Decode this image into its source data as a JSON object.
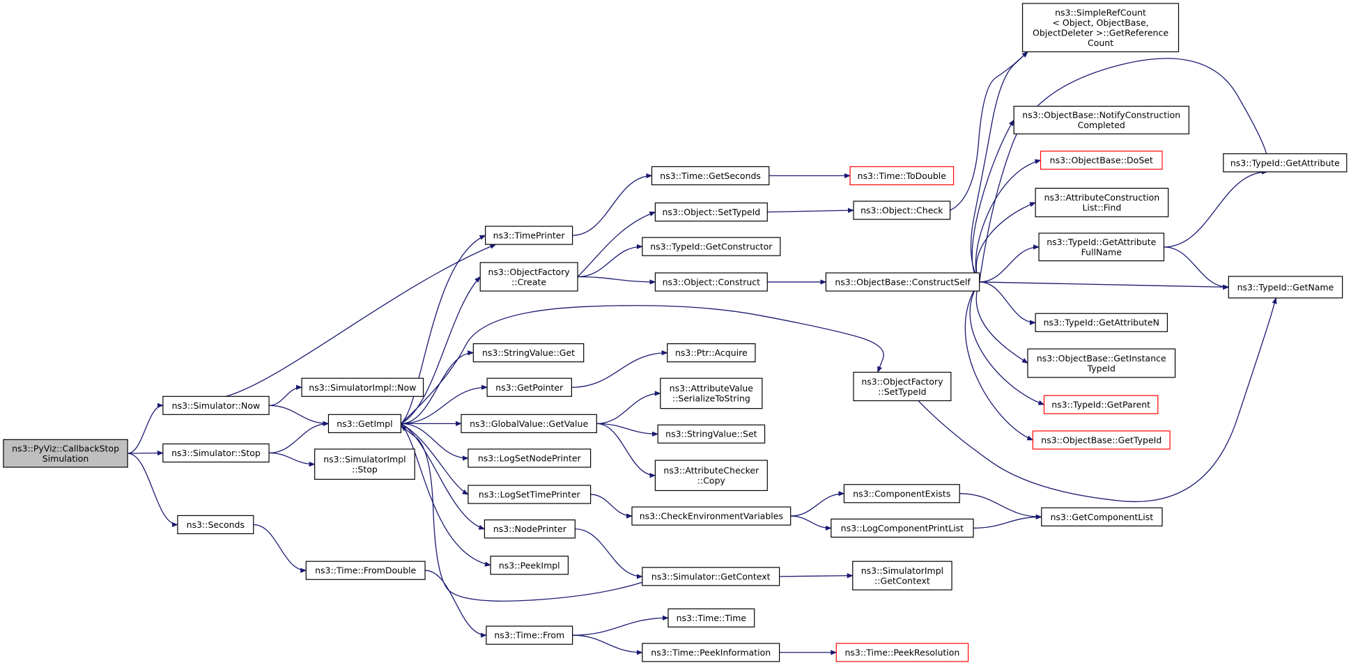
{
  "colors": {
    "edge": "#191970",
    "root_fill": "#bfbfbf",
    "truncated_border": "#ff0000",
    "node_border": "#000000"
  },
  "nodes": [
    {
      "id": "root",
      "lines": [
        "ns3::PyViz::CallbackStop",
        "Simulation"
      ],
      "root": true
    },
    {
      "id": "sim_now",
      "lines": [
        "ns3::Simulator::Now"
      ]
    },
    {
      "id": "sim_stop",
      "lines": [
        "ns3::Simulator::Stop"
      ]
    },
    {
      "id": "seconds",
      "lines": [
        "ns3::Seconds"
      ]
    },
    {
      "id": "simimpl_now",
      "lines": [
        "ns3::SimulatorImpl::Now"
      ]
    },
    {
      "id": "getimpl",
      "lines": [
        "ns3::GetImpl"
      ]
    },
    {
      "id": "simimpl_stop",
      "lines": [
        "ns3::SimulatorImpl",
        "::Stop"
      ]
    },
    {
      "id": "fromdouble",
      "lines": [
        "ns3::Time::FromDouble"
      ]
    },
    {
      "id": "timeprinter",
      "lines": [
        "ns3::TimePrinter"
      ]
    },
    {
      "id": "objfactory_create",
      "lines": [
        "ns3::ObjectFactory",
        "::Create"
      ]
    },
    {
      "id": "stringvalue_get",
      "lines": [
        "ns3::StringValue::Get"
      ]
    },
    {
      "id": "getpointer",
      "lines": [
        "ns3::GetPointer"
      ]
    },
    {
      "id": "globalvalue_getvalue",
      "lines": [
        "ns3::GlobalValue::GetValue"
      ]
    },
    {
      "id": "logsetnodeprinter",
      "lines": [
        "ns3::LogSetNodePrinter"
      ]
    },
    {
      "id": "logsettimeprinter",
      "lines": [
        "ns3::LogSetTimePrinter"
      ]
    },
    {
      "id": "nodeprinter",
      "lines": [
        "ns3::NodePrinter"
      ]
    },
    {
      "id": "peekimpl",
      "lines": [
        "ns3::PeekImpl"
      ]
    },
    {
      "id": "time_from",
      "lines": [
        "ns3::Time::From"
      ]
    },
    {
      "id": "time_getseconds",
      "lines": [
        "ns3::Time::GetSeconds"
      ]
    },
    {
      "id": "object_settypeid",
      "lines": [
        "ns3::Object::SetTypeId"
      ]
    },
    {
      "id": "typeid_getconstructor",
      "lines": [
        "ns3::TypeId::GetConstructor"
      ]
    },
    {
      "id": "object_construct",
      "lines": [
        "ns3::Object::Construct"
      ]
    },
    {
      "id": "ptr_acquire",
      "lines": [
        "ns3::Ptr::Acquire"
      ]
    },
    {
      "id": "attrvalue_serialize",
      "lines": [
        "ns3::AttributeValue",
        "::SerializeToString"
      ]
    },
    {
      "id": "stringvalue_set",
      "lines": [
        "ns3::StringValue::Set"
      ]
    },
    {
      "id": "attrchecker_copy",
      "lines": [
        "ns3::AttributeChecker",
        "::Copy"
      ]
    },
    {
      "id": "checkenv",
      "lines": [
        "ns3::CheckEnvironmentVariables"
      ]
    },
    {
      "id": "sim_getcontext",
      "lines": [
        "ns3::Simulator::GetContext"
      ]
    },
    {
      "id": "time_time",
      "lines": [
        "ns3::Time::Time"
      ]
    },
    {
      "id": "time_peekinfo",
      "lines": [
        "ns3::Time::PeekInformation"
      ]
    },
    {
      "id": "time_todouble",
      "lines": [
        "ns3::Time::ToDouble"
      ],
      "truncated": true
    },
    {
      "id": "object_check",
      "lines": [
        "ns3::Object::Check"
      ]
    },
    {
      "id": "objbase_constructself",
      "lines": [
        "ns3::ObjectBase::ConstructSelf"
      ]
    },
    {
      "id": "objfactory_settypeid",
      "lines": [
        "ns3::ObjectFactory",
        "::SetTypeId"
      ]
    },
    {
      "id": "componentexists",
      "lines": [
        "ns3::ComponentExists"
      ]
    },
    {
      "id": "logcomponentprintlist",
      "lines": [
        "ns3::LogComponentPrintList"
      ]
    },
    {
      "id": "simimpl_getcontext",
      "lines": [
        "ns3::SimulatorImpl",
        "::GetContext"
      ]
    },
    {
      "id": "time_peekresolution",
      "lines": [
        "ns3::Time::PeekResolution"
      ],
      "truncated": true
    },
    {
      "id": "simplerefcount",
      "lines": [
        "ns3::SimpleRefCount",
        "< Object, ObjectBase,",
        "ObjectDeleter >::GetReference",
        "Count"
      ]
    },
    {
      "id": "objbase_notify",
      "lines": [
        "ns3::ObjectBase::NotifyConstruction",
        "Completed"
      ]
    },
    {
      "id": "objbase_doset",
      "lines": [
        "ns3::ObjectBase::DoSet"
      ],
      "truncated": true
    },
    {
      "id": "attrconstructionlist_find",
      "lines": [
        "ns3::AttributeConstruction",
        "List::Find"
      ]
    },
    {
      "id": "typeid_getattributefullname",
      "lines": [
        "ns3::TypeId::GetAttribute",
        "FullName"
      ]
    },
    {
      "id": "typeid_getattributen",
      "lines": [
        "ns3::TypeId::GetAttributeN"
      ]
    },
    {
      "id": "objbase_getinstancetypeid",
      "lines": [
        "ns3::ObjectBase::GetInstance",
        "TypeId"
      ]
    },
    {
      "id": "typeid_getparent",
      "lines": [
        "ns3::TypeId::GetParent"
      ],
      "truncated": true
    },
    {
      "id": "objbase_gettypeid",
      "lines": [
        "ns3::ObjectBase::GetTypeId"
      ],
      "truncated": true
    },
    {
      "id": "getcomponentlist",
      "lines": [
        "ns3::GetComponentList"
      ]
    },
    {
      "id": "typeid_getattribute",
      "lines": [
        "ns3::TypeId::GetAttribute"
      ]
    },
    {
      "id": "typeid_getname",
      "lines": [
        "ns3::TypeId::GetName"
      ]
    }
  ]
}
